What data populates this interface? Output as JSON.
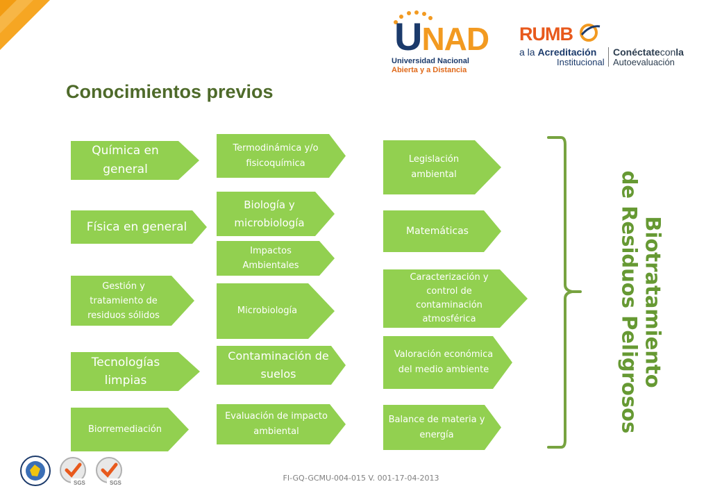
{
  "header": {
    "unad_logo": {
      "letters_u": "U",
      "letters_nad": "NAD",
      "line1": "Universidad Nacional",
      "line2": "Abierta y a Distancia"
    },
    "rumbo_logo": {
      "word": "RUMB",
      "line_a": "a la ",
      "line_a_bold": "Acreditación",
      "line_b": "Institucional",
      "connect_prefix": "Conéctate",
      "connect_mid": "con",
      "connect_suffix": "la",
      "autoeval": "Autoevaluación"
    }
  },
  "title": "Conocimientos previos",
  "column1": [
    {
      "label": "Química en general"
    },
    {
      "label": "Física en general"
    },
    {
      "label": "Gestión y tratamiento de residuos sólidos"
    },
    {
      "label": "Tecnologías limpias"
    },
    {
      "label": "Biorremediación"
    }
  ],
  "column2": [
    {
      "label": "Termodinámica y/o fisicoquímica"
    },
    {
      "label": "Biología y microbiología"
    },
    {
      "label": "Impactos Ambientales"
    },
    {
      "label": "Microbiología"
    },
    {
      "label": "Contaminación de suelos"
    },
    {
      "label": "Evaluación de impacto ambiental"
    }
  ],
  "column3": [
    {
      "label": "Legislación ambiental"
    },
    {
      "label": "Matemáticas"
    },
    {
      "label": "Caracterización y control de contaminación atmosférica"
    },
    {
      "label": "Valoración económica del medio ambiente"
    },
    {
      "label": "Balance de materia y energía"
    }
  ],
  "result": {
    "line1": "Biotratamiento",
    "line2": "de Residuos Peligrosos"
  },
  "footer": {
    "code": "FI-GQ-GCMU-004-015 V. 001-17-04-2013",
    "cert_mark": "SGS"
  },
  "colors": {
    "box_green": "#92d050",
    "brace_green": "#77a340",
    "result_green": "#669933",
    "title_green": "#4e6a2a",
    "accent_orange": "#f29a21"
  }
}
